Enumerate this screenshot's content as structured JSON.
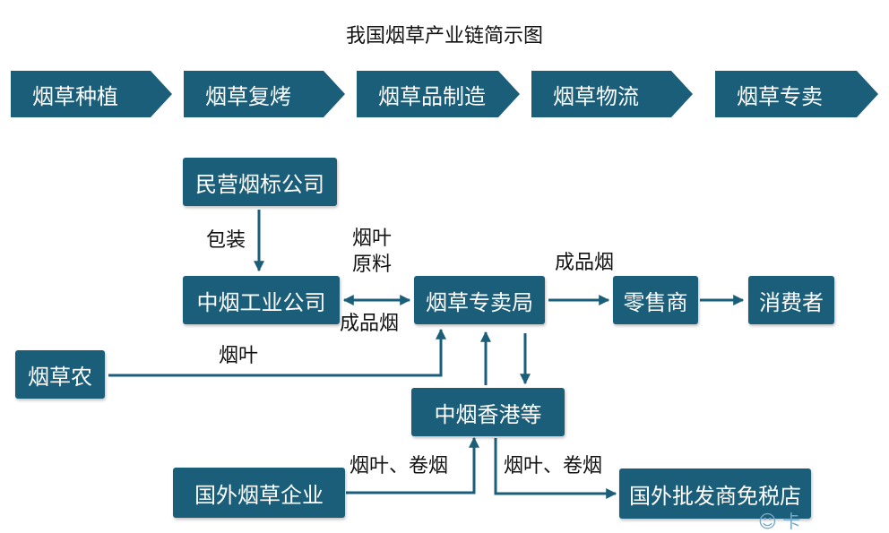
{
  "title": "我国烟草产业链简示图",
  "stages": [
    "烟草种植",
    "烟草复烤",
    "烟草品制造",
    "烟草物流",
    "烟草专卖"
  ],
  "nodes": {
    "packaging_company": "民营烟标公司",
    "industrial_company": "中烟工业公司",
    "monopoly_bureau": "烟草专卖局",
    "retailer": "零售商",
    "consumer": "消费者",
    "farmer": "烟草农",
    "hk_company": "中烟香港等",
    "foreign_company": "国外烟草企业",
    "foreign_wholesale": "国外批发商免税店"
  },
  "edge_labels": {
    "packaging": "包装",
    "leaf_material_1": "烟叶",
    "leaf_material_2": "原料",
    "finished_cig_1": "成品烟",
    "finished_cig_2": "成品烟",
    "leaf_from_farmer": "烟叶",
    "leaf_cig_import": "烟叶、卷烟",
    "leaf_cig_export": "烟叶、卷烟"
  },
  "watermark": "卡",
  "colors": {
    "box": "#1b5e7a",
    "arrow": "#1b5e7a",
    "text": "#111111"
  }
}
